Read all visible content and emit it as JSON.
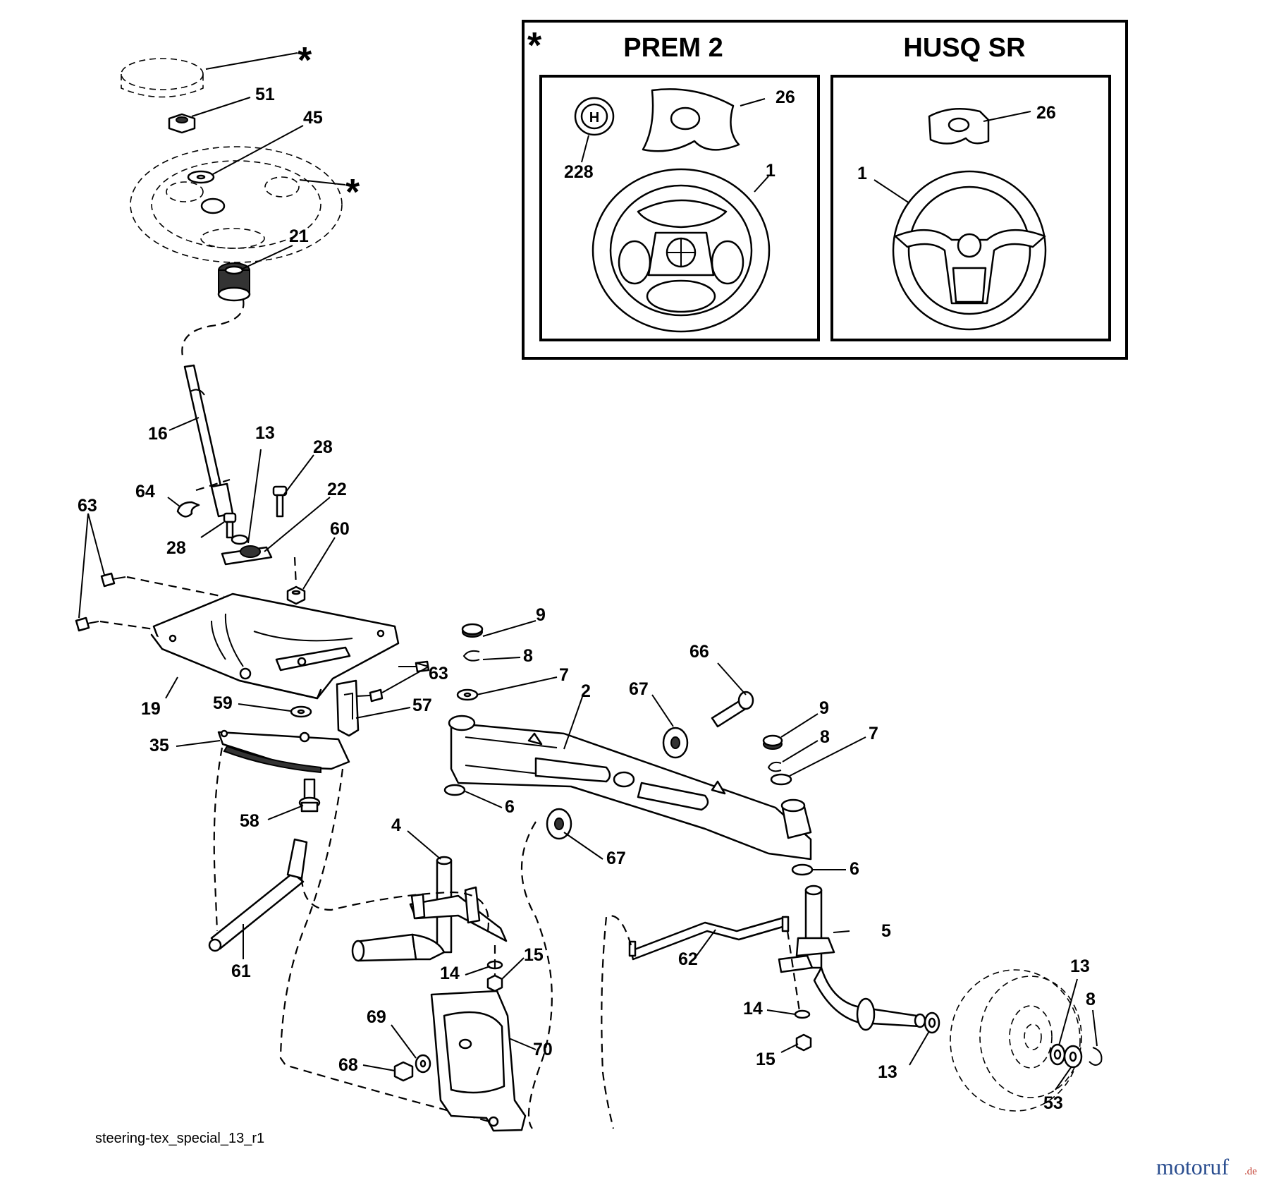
{
  "inset": {
    "marker": "*",
    "left_title": "PREM 2",
    "right_title": "HUSQ SR"
  },
  "callouts": {
    "star_cap": "*",
    "star_wheel": "*",
    "c51": "51",
    "c45": "45",
    "c21": "21",
    "c16": "16",
    "c13a": "13",
    "c28a": "28",
    "c64": "64",
    "c22": "22",
    "c63a": "63",
    "c28b": "28",
    "c60": "60",
    "c63b": "63",
    "c19": "19",
    "c59": "59",
    "c57": "57",
    "c35": "35",
    "c58": "58",
    "c61": "61",
    "c9a": "9",
    "c8a": "8",
    "c7a": "7",
    "c2": "2",
    "c66": "66",
    "c67a": "67",
    "c9b": "9",
    "c8b": "8",
    "c7b": "7",
    "c6a": "6",
    "c4": "4",
    "c67b": "67",
    "c6b": "6",
    "c5": "5",
    "c62": "62",
    "c14a": "14",
    "c15a": "15",
    "c69": "69",
    "c70": "70",
    "c68": "68",
    "c14b": "14",
    "c15b": "15",
    "c13b": "13",
    "c13c": "13",
    "c8c": "8",
    "c53": "53",
    "i26a": "26",
    "i228": "228",
    "i1a": "1",
    "i26b": "26",
    "i1b": "1"
  },
  "caption": "steering-tex_special_13_r1",
  "watermark": {
    "brand": "motoruf",
    "suffix": ".de"
  }
}
